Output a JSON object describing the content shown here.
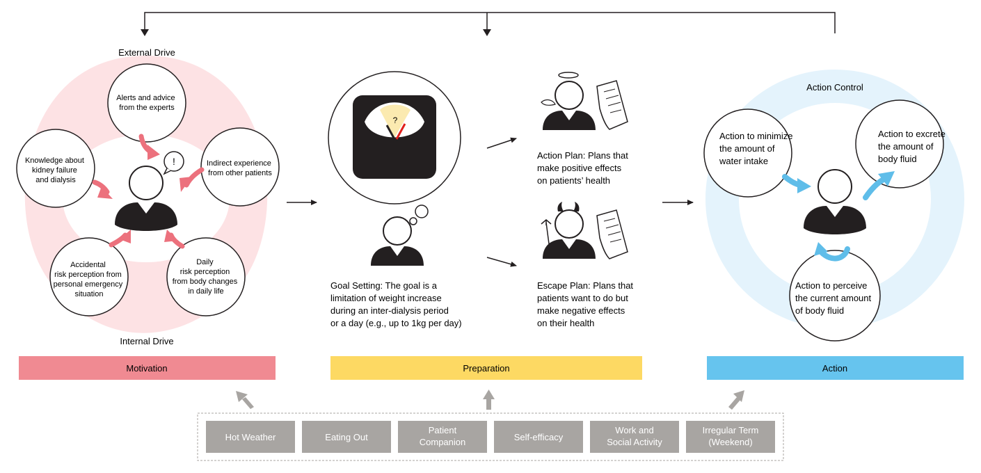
{
  "motivation": {
    "external_drive": "External Drive",
    "internal_drive": "Internal Drive",
    "bubbles": {
      "experts": [
        "Alerts and advice",
        "from the experts"
      ],
      "knowledge": [
        "Knowledge about",
        "kidney failure",
        "and dialysis"
      ],
      "indirect": [
        "Indirect experience",
        "from other patients"
      ],
      "accidental": [
        "Accidental",
        "risk perception from",
        "personal emergency",
        "situation"
      ],
      "daily": [
        "Daily",
        "risk perception",
        "from body changes",
        "in daily life"
      ]
    },
    "exclaim": "!"
  },
  "preparation": {
    "scale_mark": "?",
    "goal_setting": [
      "Goal Setting: The goal is a",
      "limitation of weight increase",
      "during an inter-dialysis period",
      "or a day (e.g., up to 1kg per day)"
    ],
    "action_plan": [
      "Action Plan: Plans that",
      "make positive effects",
      "on patients’ health"
    ],
    "escape_plan": [
      "Escape Plan: Plans that",
      "patients want to do but",
      "make negative effects",
      "on their health"
    ]
  },
  "action": {
    "title": "Action Control",
    "minimize": [
      "Action to minimize",
      "the amount of",
      "water intake"
    ],
    "excrete": [
      "Action to excrete",
      "the amount of",
      "body fluid"
    ],
    "perceive": [
      "Action to perceive",
      "the current amount",
      "of body fluid"
    ]
  },
  "stages": {
    "motivation": "Motivation",
    "preparation": "Preparation",
    "action": "Action"
  },
  "factors": [
    "Hot Weather",
    "Eating Out",
    "Patient\nCompanion",
    "Self-efficacy",
    "Work and\nSocial Activity",
    "Irregular Term\n(Weekend)"
  ],
  "colors": {
    "motivation": "#f08a92",
    "motivation_bg": "#fde2e4",
    "preparation": "#fdd963",
    "action": "#66c4ee",
    "action_bg": "#e4f3fc",
    "arrow_red": "#ec717d",
    "arrow_blue": "#5fbde9",
    "factor": "#a8a5a2"
  }
}
